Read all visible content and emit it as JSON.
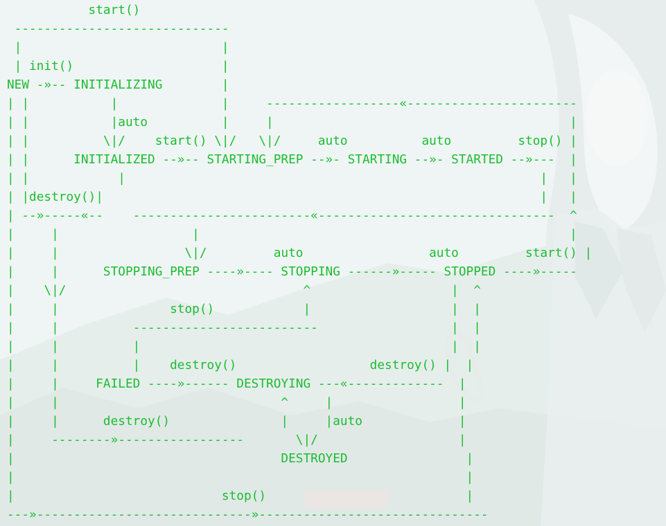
{
  "colors": {
    "text": "#1cbc32",
    "background": "#eef4f3"
  },
  "diagram": {
    "lines": [
      "           start()",
      " -----------------------------",
      " |                           |",
      " | init()                    |",
      "NEW -»-- INITIALIZING        |",
      "| |           |              |     ------------------«-----------------------",
      "| |           |auto          |     |                                        |",
      "| |          \\|/    start() \\|/   \\|/     auto          auto         stop() |",
      "| |      INITIALIZED --»-- STARTING_PREP --»- STARTING --»- STARTED --»---  |",
      "| |            |                                                        |   |",
      "| |destroy()|                                                           |   |",
      "| --»-----«--    ------------------------«--------------------------------  ^",
      "|     |                  |                                                  |",
      "|     |                 \\|/         auto                 auto         start() |",
      "|     |      STOPPING_PREP ----»---- STOPPING ------»----- STOPPED ----»-----",
      "|    \\|/                                ^                   |  ^",
      "|     |               stop()            |                   |  |",
      "|     |          -------------------------                  |  |",
      "|     |          |                                          |  |",
      "|     |          |    destroy()                  destroy() |  |",
      "|     |     FAILED ----»------ DESTROYING ---«-------------  |",
      "|     |                              ^     |                 |",
      "|     |      destroy()               |     |auto             |",
      "|     --------»-----------------       \\|/                   |",
      "|                                    DESTROYED                |",
      "|                                                             |",
      "|                            stop()                           |",
      "---»-----------------------------»-------------------------------"
    ]
  }
}
